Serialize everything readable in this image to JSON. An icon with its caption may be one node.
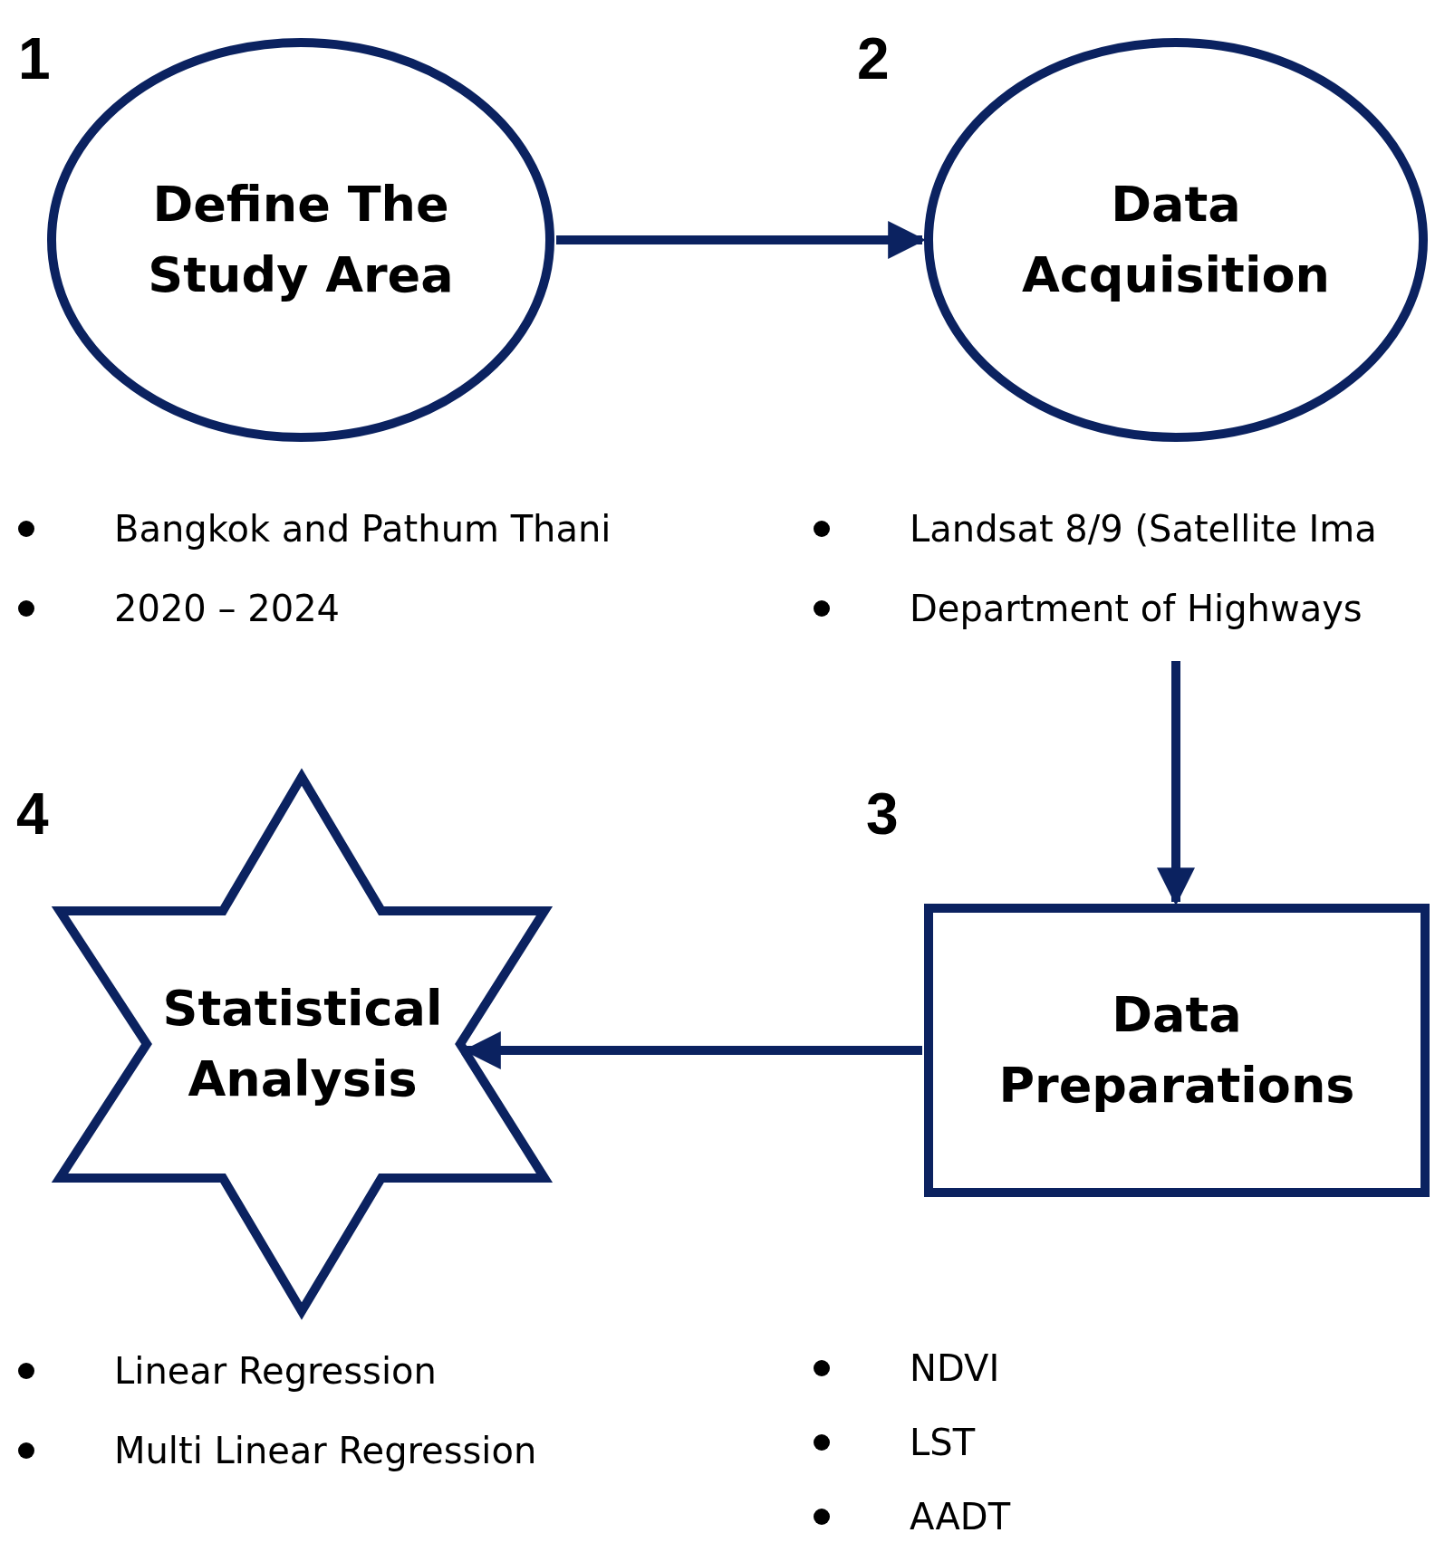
{
  "diagram": {
    "nodes": [
      {
        "text": [
          "Define The Study Area"
        ],
        "beside": [
          "Bangkok and Pathum Thani",
          "2020 – 2024"
        ]
      },
      {
        "text": [
          "Data Acquisition"
        ],
        "beside": [
          "Landsat 8/9 (Satellite Ima",
          "Department of Highways"
        ]
      },
      {
        "text": [
          "Data Preparations"
        ],
        "beside": [
          "NDVI",
          "LST",
          "AADT"
        ]
      },
      {
        "text": [
          "Statistical Analysis"
        ],
        "beside": [
          "Linear Regression",
          "Multi Linear Regression"
        ]
      }
    ],
    "edges": [
      {
        "from": 0,
        "to": 1,
        "arrow": "to"
      },
      {
        "from": 1,
        "to": 2,
        "arrow": "to"
      },
      {
        "from": 2,
        "to": 3,
        "arrow": "to"
      }
    ],
    "labels": [
      "1",
      "2",
      "4",
      "3"
    ]
  }
}
